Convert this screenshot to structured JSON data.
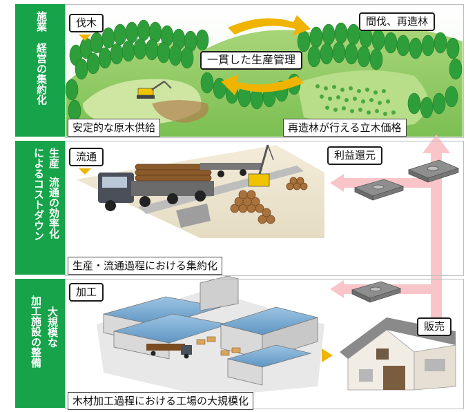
{
  "sections": [
    {
      "sidebar_label_col1": "施業",
      "sidebar_label_col2": "経営の集約化",
      "tag": "伐木",
      "tag_right": "間伐、再造林",
      "center_label": "一貫した生産管理",
      "caption_left": "安定的な原木供給",
      "caption_right": "再造林が行える立木価格"
    },
    {
      "sidebar_label_col1": "生産",
      "sidebar_label_col2": "流通の効率化",
      "sidebar_label_col3": "によるコストダウン",
      "tag": "流通",
      "tag_right": "利益還元",
      "caption": "生産・流通過程における集約化"
    },
    {
      "sidebar_label_col1": "大規模な",
      "sidebar_label_col2": "加工施設の整備",
      "tag": "加工",
      "tag_right": "販売",
      "caption": "木材加工過程における工場の大規模化"
    }
  ],
  "colors": {
    "sidebar_green": "#16a34a",
    "arrow_yellow": "#f0b400",
    "flow_arrow_pink": "#f9c5c8",
    "forest_green": "#2e9e3a"
  },
  "icons": [
    "excavator-icon",
    "truck-icon",
    "crane-icon",
    "log-pile-icon",
    "money-stack-icon",
    "factory-icon",
    "house-icon"
  ]
}
